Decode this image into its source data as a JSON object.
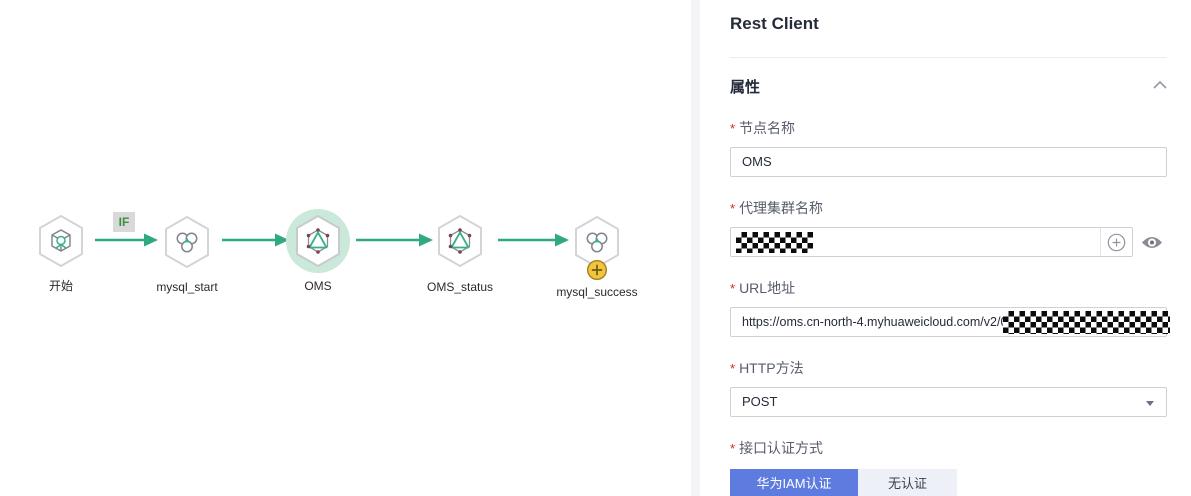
{
  "canvas": {
    "edge_label": "IF",
    "nodes": [
      {
        "id": "start",
        "label": "开始",
        "icon": "cube-icon",
        "selected": false
      },
      {
        "id": "mysql_start",
        "label": "mysql_start",
        "icon": "trefoil-icon",
        "selected": false
      },
      {
        "id": "oms",
        "label": "OMS",
        "icon": "mesh-icon",
        "selected": true
      },
      {
        "id": "oms_status",
        "label": "OMS_status",
        "icon": "mesh-icon",
        "selected": false
      },
      {
        "id": "mysql_success",
        "label": "mysql_success",
        "icon": "trefoil-icon",
        "selected": false,
        "badge": "plus-badge"
      }
    ]
  },
  "panel": {
    "title": "Rest Client",
    "section_title": "属性",
    "required_mark": "*",
    "fields": {
      "node_name": {
        "label": "节点名称",
        "value": "OMS"
      },
      "proxy_cluster": {
        "label": "代理集群名称",
        "value": "",
        "value_redacted": true
      },
      "url": {
        "label": "URL地址",
        "value": "https://oms.cn-north-4.myhuaweicloud.com/v2/0e",
        "value_suffix_redacted": true
      },
      "http_method": {
        "label": "HTTP方法",
        "value": "POST"
      },
      "auth": {
        "label": "接口认证方式",
        "options": [
          {
            "label": "华为IAM认证",
            "selected": true
          },
          {
            "label": "无认证",
            "selected": false
          }
        ]
      }
    }
  },
  "colors": {
    "edge_teal": "#2fa884",
    "selection_halo": "#cbe9da",
    "primary_blue": "#5e7ce0",
    "required_red": "#e02020",
    "edge_label_green": "#3d8f3d",
    "badge_yellow": "#f2c440"
  }
}
